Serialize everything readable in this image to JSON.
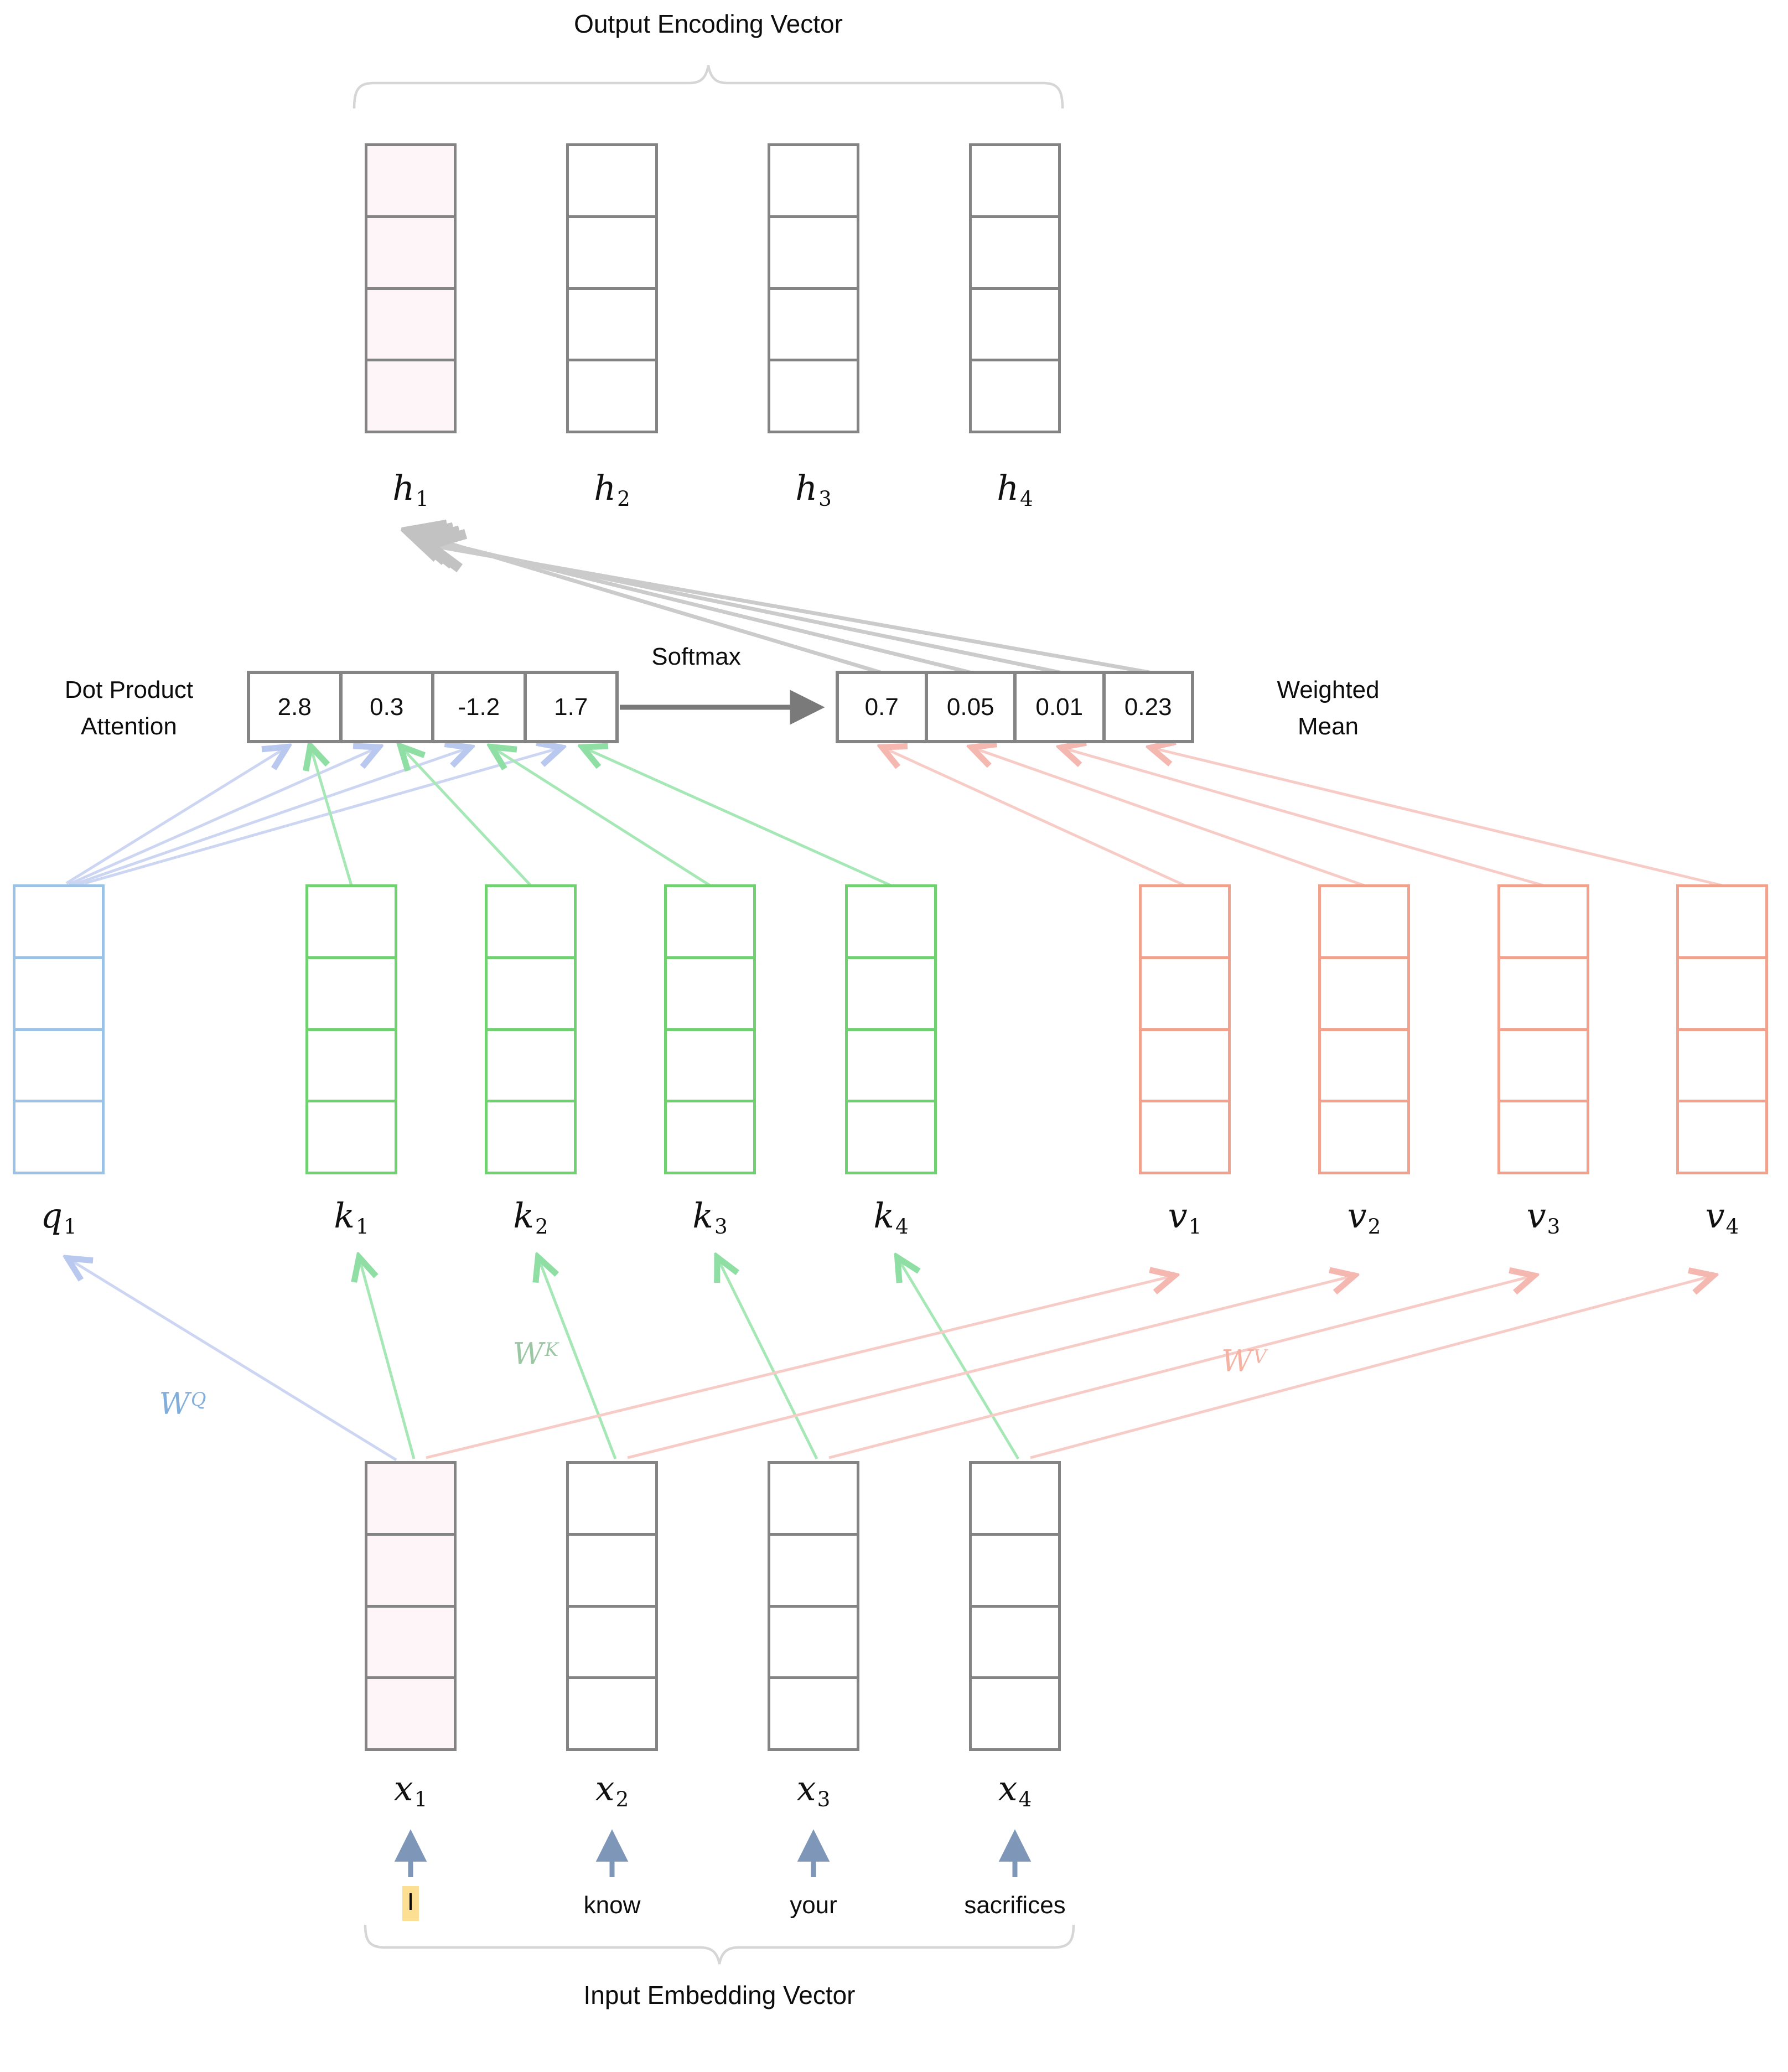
{
  "titles": {
    "output_encoding": "Output Encoding Vector",
    "input_embedding": "Input Embedding Vector"
  },
  "attention": {
    "dot_product_label": [
      "Dot Product",
      "Attention"
    ],
    "softmax_label": "Softmax",
    "weighted_mean_label": [
      "Weighted",
      "Mean"
    ],
    "scores": [
      "2.8",
      "0.3",
      "-1.2",
      "1.7"
    ],
    "weights": [
      "0.7",
      "0.05",
      "0.01",
      "0.23"
    ]
  },
  "labels": {
    "h": [
      {
        "base": "h",
        "sub": "1"
      },
      {
        "base": "h",
        "sub": "2"
      },
      {
        "base": "h",
        "sub": "3"
      },
      {
        "base": "h",
        "sub": "4"
      }
    ],
    "q": [
      {
        "base": "q",
        "sub": "1"
      }
    ],
    "k": [
      {
        "base": "k",
        "sub": "1"
      },
      {
        "base": "k",
        "sub": "2"
      },
      {
        "base": "k",
        "sub": "3"
      },
      {
        "base": "k",
        "sub": "4"
      }
    ],
    "v": [
      {
        "base": "v",
        "sub": "1"
      },
      {
        "base": "v",
        "sub": "2"
      },
      {
        "base": "v",
        "sub": "3"
      },
      {
        "base": "v",
        "sub": "4"
      }
    ],
    "x": [
      {
        "base": "x",
        "sub": "1"
      },
      {
        "base": "x",
        "sub": "2"
      },
      {
        "base": "x",
        "sub": "3"
      },
      {
        "base": "x",
        "sub": "4"
      }
    ],
    "wq": {
      "base": "W",
      "sup": "Q"
    },
    "wk": {
      "base": "W",
      "sup": "K"
    },
    "wv": {
      "base": "W",
      "sup": "V"
    }
  },
  "words": [
    "I",
    "know",
    "your",
    "sacrifices"
  ],
  "colors": {
    "vector_border_gray": "#848484",
    "vector_border_blue": "#9cc2e5",
    "vector_border_green": "#70d170",
    "vector_border_salmon": "#f2a18c",
    "cell_highlight_fill": "#fdf5f8",
    "word_highlight": "#fcdf92",
    "arrow_blue": "#ccd6f2",
    "arrow_green": "#a5e7b5",
    "arrow_pink": "#f8ccc6",
    "arrow_gray": "#cbcbcb",
    "arrow_dark": "#7a7a7a",
    "word_arrow": "#7e97b9",
    "brace": "#d6d6d6"
  }
}
